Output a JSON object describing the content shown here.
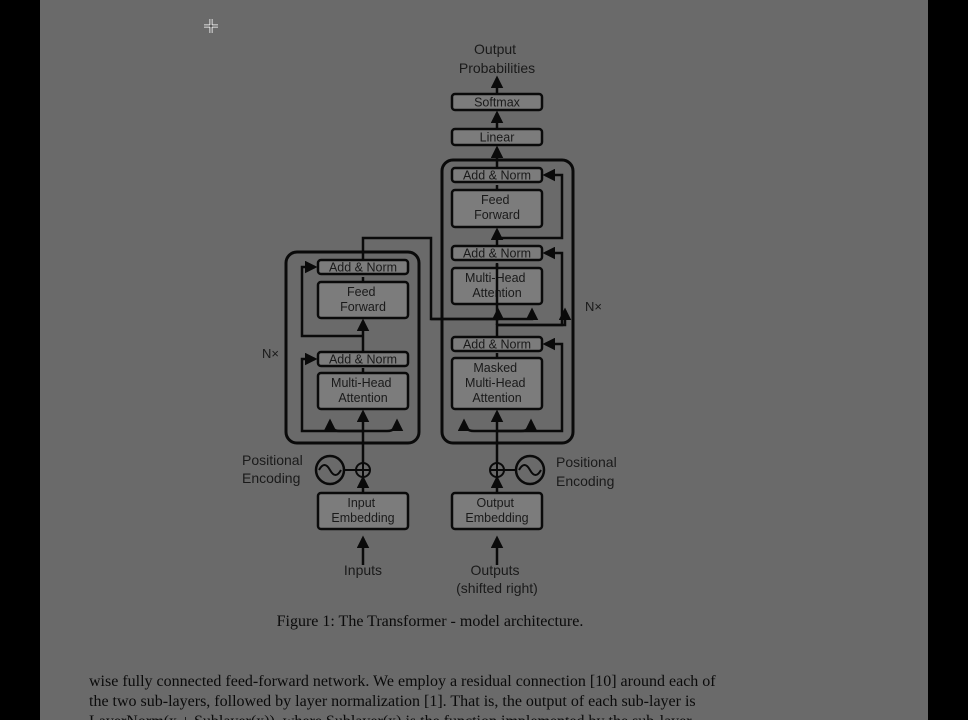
{
  "diagram": {
    "output_probabilities": [
      "Output",
      "Probabilities"
    ],
    "softmax": "Softmax",
    "linear": "Linear",
    "add_norm": "Add & Norm",
    "feed_forward": [
      "Feed",
      "Forward"
    ],
    "multi_head_attention": [
      "Multi-Head",
      "Attention"
    ],
    "masked_multi_head_attention": [
      "Masked",
      "Multi-Head",
      "Attention"
    ],
    "nx": "N×",
    "positional_encoding": [
      "Positional",
      "Encoding"
    ],
    "input_embedding": [
      "Input",
      "Embedding"
    ],
    "output_embedding": [
      "Output",
      "Embedding"
    ],
    "inputs": "Inputs",
    "outputs": [
      "Outputs",
      "(shifted right)"
    ]
  },
  "caption": "Figure 1: The Transformer - model architecture.",
  "body_lines": [
    "wise fully connected feed-forward network. We employ a residual connection [10] around each of",
    "the two sub-layers, followed by layer normalization [1].  That is, the output of each sub-layer is",
    "LayerNorm(x + Sublayer(x)), where Sublayer(x) is the function implemented by the sub-layer"
  ]
}
